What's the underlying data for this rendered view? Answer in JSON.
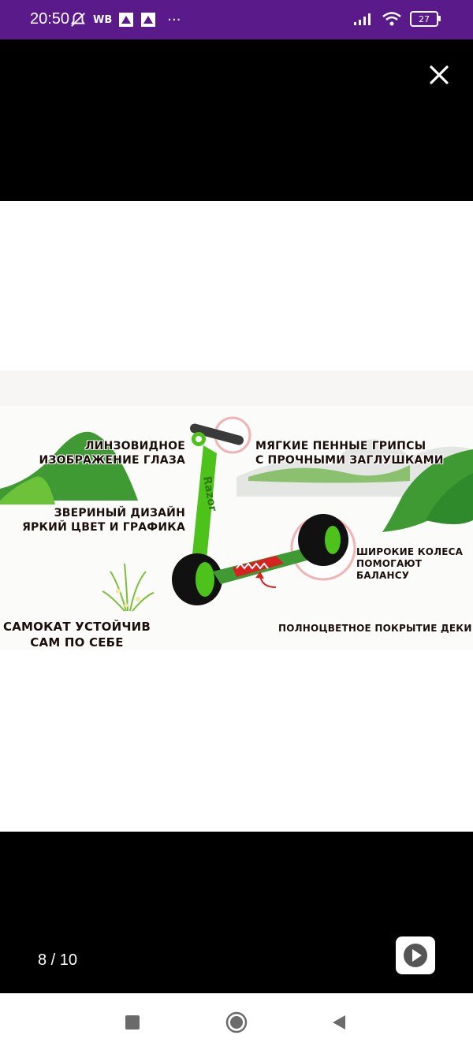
{
  "status_bar": {
    "time": "20:50",
    "wb_label": "WB",
    "more": "···",
    "battery": "27"
  },
  "viewer": {
    "counter": "8 / 10",
    "close_icon": "close-icon",
    "play_icon": "play-icon"
  },
  "image": {
    "labels": {
      "eye": [
        "ЛИНЗОВИДНОЕ",
        "ИЗОБРАЖЕНИЕ ГЛАЗА"
      ],
      "grips": [
        "МЯГКИЕ ПЕННЫЕ ГРИПСЫ",
        "С ПРОЧНЫМИ ЗАГЛУШКАМИ"
      ],
      "design": [
        "ЗВЕРИНЫЙ ДИЗАЙН",
        "ЯРКИЙ ЦВЕТ И ГРАФИКА"
      ],
      "wheels": [
        "ШИРОКИЕ КОЛЕСА",
        "ПОМОГАЮТ БАЛАНСУ"
      ],
      "stable": [
        "САМОКАТ УСТОЙЧИВ",
        "САМ ПО СЕБЕ"
      ],
      "deck": "ПОЛНОЦВЕТНОЕ ПОКРЫТИЕ ДЕКИ",
      "brand": "Razor"
    }
  },
  "colors": {
    "status_bar": "#5a1a8a",
    "scooter_green": "#4cc21a",
    "leaf_green": "#3f9a34"
  }
}
